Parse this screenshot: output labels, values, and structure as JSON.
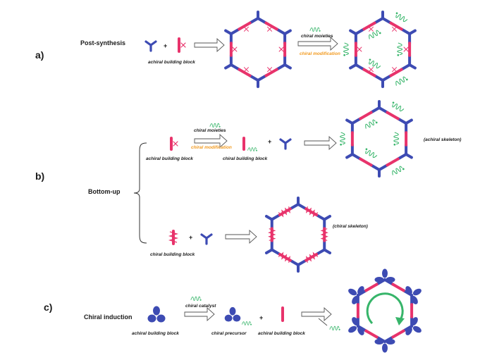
{
  "sections": {
    "a": {
      "label": "a)",
      "title": "Post-synthesis",
      "caption_building": "achiral building block",
      "arrow_top": "chiral moieties",
      "arrow_bottom": "chiral modification"
    },
    "b": {
      "label": "b)",
      "title": "Bottom-up",
      "caption_building1": "achiral building block",
      "arrow_top": "chiral moieties",
      "arrow_bottom": "chiral modification",
      "caption_building2": "chiral building block",
      "skeleton_achiral": "(achiral skeleton)",
      "caption_building3": "chiral building block",
      "skeleton_chiral": "(chiral skeleton)"
    },
    "c": {
      "label": "c)",
      "title": "Chiral induction",
      "caption_building1": "achiral building block",
      "arrow_top": "chiral catalyst",
      "caption_precursor": "chiral precursor",
      "caption_building2": "achiral building block"
    }
  },
  "plus_sign": "+",
  "colors": {
    "blue": "#3d4bb3",
    "pink": "#e8336b",
    "green": "#37b56a",
    "orange": "#f29a1f"
  }
}
